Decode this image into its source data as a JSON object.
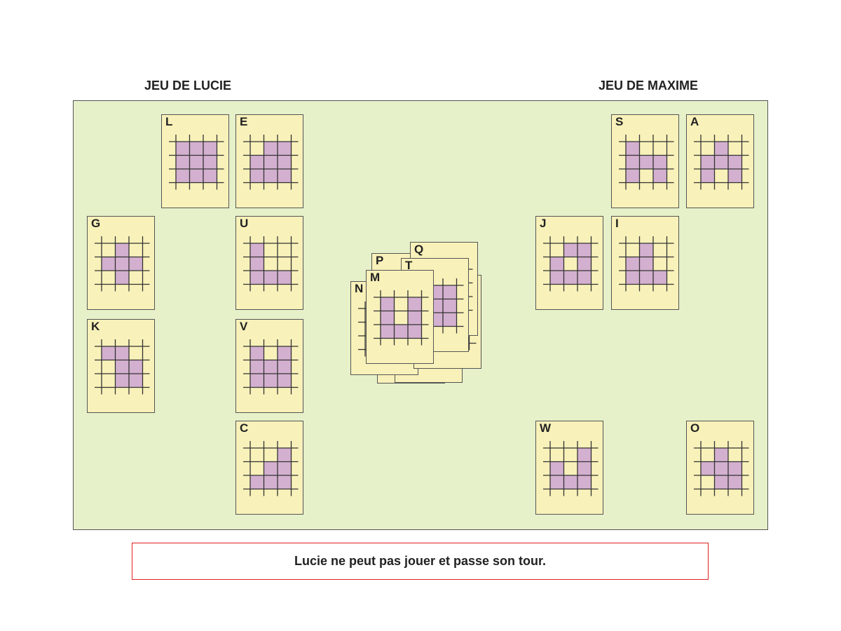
{
  "players": {
    "left": {
      "title": "JEU DE LUCIE"
    },
    "right": {
      "title": "JEU DE MAXIME"
    }
  },
  "colors": {
    "board": "#e6f0c9",
    "card": "#f8f1b9",
    "cell": "#d4b0d0",
    "message_border": "#e02020"
  },
  "cards": [
    {
      "id": "L",
      "owner": "Lucie",
      "pattern": [
        "111",
        "111",
        "111"
      ]
    },
    {
      "id": "E",
      "owner": "Lucie",
      "pattern": [
        "011",
        "111",
        "111"
      ]
    },
    {
      "id": "G",
      "owner": "Lucie",
      "pattern": [
        "010",
        "111",
        "010"
      ]
    },
    {
      "id": "U",
      "owner": "Lucie",
      "pattern": [
        "100",
        "100",
        "111"
      ]
    },
    {
      "id": "K",
      "owner": "Lucie",
      "pattern": [
        "110",
        "011",
        "011"
      ]
    },
    {
      "id": "V",
      "owner": "Lucie",
      "pattern": [
        "101",
        "111",
        "111"
      ]
    },
    {
      "id": "C",
      "owner": "Lucie",
      "pattern": [
        "001",
        "011",
        "111"
      ]
    },
    {
      "id": "S",
      "owner": "Maxime",
      "pattern": [
        "100",
        "111",
        "101"
      ]
    },
    {
      "id": "A",
      "owner": "Maxime",
      "pattern": [
        "010",
        "111",
        "101"
      ]
    },
    {
      "id": "J",
      "owner": "Maxime",
      "pattern": [
        "011",
        "101",
        "111"
      ]
    },
    {
      "id": "I",
      "owner": "Maxime",
      "pattern": [
        "010",
        "110",
        "111"
      ]
    },
    {
      "id": "W",
      "owner": "Maxime",
      "pattern": [
        "001",
        "101",
        "111"
      ]
    },
    {
      "id": "O",
      "owner": "Maxime",
      "pattern": [
        "010",
        "111",
        "011"
      ]
    },
    {
      "id": "",
      "owner": "pile",
      "pattern": [
        "000",
        "000",
        "000"
      ]
    },
    {
      "id": "",
      "owner": "pile",
      "pattern": [
        "000",
        "000",
        "000"
      ]
    },
    {
      "id": "N",
      "owner": "pile",
      "pattern": [
        "000",
        "000",
        "000"
      ]
    },
    {
      "id": "",
      "owner": "pile",
      "pattern": [
        "000",
        "000",
        "000"
      ]
    },
    {
      "id": "Q",
      "owner": "pile",
      "pattern": [
        "000",
        "000",
        "000"
      ]
    },
    {
      "id": "P",
      "owner": "pile",
      "pattern": [
        "000",
        "000",
        "000"
      ]
    },
    {
      "id": "T",
      "owner": "pile",
      "pattern": [
        "011",
        "011",
        "011"
      ]
    },
    {
      "id": "M",
      "owner": "pile",
      "pattern": [
        "101",
        "101",
        "111"
      ]
    }
  ],
  "message": "Lucie ne peut pas jouer et passe son tour."
}
